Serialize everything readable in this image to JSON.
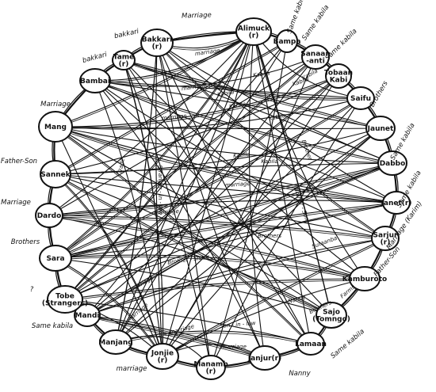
{
  "colors": {
    "ink": "#111111",
    "paper": "#ffffff"
  },
  "nodes": [
    {
      "id": "alimuck",
      "lines": [
        "Alimuck",
        "(r)"
      ]
    },
    {
      "id": "bampa",
      "lines": [
        "Bampa"
      ]
    },
    {
      "id": "sanaan",
      "lines": [
        "Sanaan",
        "-anti"
      ]
    },
    {
      "id": "tobaan",
      "lines": [
        "Tobaan",
        "Kabi"
      ]
    },
    {
      "id": "saifu",
      "lines": [
        "Saifu"
      ]
    },
    {
      "id": "jaunet",
      "lines": [
        "Jaunet"
      ]
    },
    {
      "id": "dabbo",
      "lines": [
        "Dabbo"
      ]
    },
    {
      "id": "janet",
      "lines": [
        "Janet(r)"
      ]
    },
    {
      "id": "sarjur",
      "lines": [
        "Sarjur",
        "(r)"
      ]
    },
    {
      "id": "kamburoto",
      "lines": [
        "Kamburoto"
      ]
    },
    {
      "id": "sajo",
      "lines": [
        "Sajo",
        "(Tomngo)"
      ]
    },
    {
      "id": "lamaan",
      "lines": [
        "Lamaan"
      ]
    },
    {
      "id": "janjur",
      "lines": [
        "Janjur(r)"
      ]
    },
    {
      "id": "manamb",
      "lines": [
        "Manamb",
        "(r)"
      ]
    },
    {
      "id": "jonjie",
      "lines": [
        "Jonjie",
        "(r)"
      ]
    },
    {
      "id": "manjang",
      "lines": [
        "Manjang"
      ]
    },
    {
      "id": "mandi",
      "lines": [
        "Mandi"
      ]
    },
    {
      "id": "tobe",
      "lines": [
        "Tobe",
        "(Strangers)"
      ]
    },
    {
      "id": "sara",
      "lines": [
        "Sara"
      ]
    },
    {
      "id": "dardo",
      "lines": [
        "Dardo"
      ]
    },
    {
      "id": "sannek",
      "lines": [
        "Sannek"
      ]
    },
    {
      "id": "mang",
      "lines": [
        "Mang"
      ]
    },
    {
      "id": "bambai",
      "lines": [
        "Bambai"
      ]
    },
    {
      "id": "tame",
      "lines": [
        "Tame",
        "(r)"
      ]
    },
    {
      "id": "bakkari",
      "lines": [
        "Bakkari",
        "(r)"
      ]
    }
  ],
  "outer_labels": [
    {
      "id": "top-marriage",
      "text": "Marriage"
    },
    {
      "id": "top-bakkari",
      "text": "bakkari"
    },
    {
      "id": "top-bakkari-2",
      "text": "bakkari"
    },
    {
      "id": "same-kabila-1",
      "text": "Same kabila"
    },
    {
      "id": "same-kabila-2",
      "text": "Same kabila"
    },
    {
      "id": "same-kabila-3",
      "text": "Same kabila"
    },
    {
      "id": "brothers-right",
      "text": "Brothers"
    },
    {
      "id": "same-kabila-4",
      "text": "Same kabila"
    },
    {
      "id": "same-kabila-5",
      "text": "Same kabila"
    },
    {
      "id": "marriage-right",
      "text": "Marriage (Karim)"
    },
    {
      "id": "father-son-right",
      "text": "Father-Son"
    },
    {
      "id": "same-kabila-6",
      "text": "Same kabila"
    },
    {
      "id": "nanny-bottom",
      "text": "Nanny"
    },
    {
      "id": "marriage-bottom",
      "text": "marriage"
    },
    {
      "id": "same-kabila-7",
      "text": "Same kabila"
    },
    {
      "id": "question-left",
      "text": "?"
    },
    {
      "id": "brothers-left",
      "text": "Brothers"
    },
    {
      "id": "marriage-left",
      "text": "Marriage"
    },
    {
      "id": "father-son-left",
      "text": "Father-Son"
    },
    {
      "id": "marriage-left-2",
      "text": "Marriage"
    }
  ],
  "edge_labels": [
    {
      "id": "el-1",
      "text": "marriage"
    },
    {
      "id": "el-2",
      "text": "marriage"
    },
    {
      "id": "el-3",
      "text": "marriage"
    },
    {
      "id": "el-4",
      "text": "marriage"
    },
    {
      "id": "el-5",
      "text": "marriage"
    },
    {
      "id": "el-6",
      "text": "marriage"
    },
    {
      "id": "el-7",
      "text": "marriage"
    },
    {
      "id": "el-8",
      "text": "marriage"
    },
    {
      "id": "el-9",
      "text": "marriage"
    },
    {
      "id": "el-10",
      "text": "Kabila"
    },
    {
      "id": "el-11",
      "text": "Kabila"
    },
    {
      "id": "el-12",
      "text": "Kabila"
    },
    {
      "id": "el-13",
      "text": "Kabila"
    },
    {
      "id": "el-14",
      "text": "Kabila"
    },
    {
      "id": "el-15",
      "text": "Kabila"
    },
    {
      "id": "el-16",
      "text": "Kabila"
    },
    {
      "id": "el-17",
      "text": "Kabila"
    },
    {
      "id": "el-18",
      "text": "Brothers"
    },
    {
      "id": "el-19",
      "text": "Brother - Sister"
    },
    {
      "id": "el-20",
      "text": "Son - in - law"
    },
    {
      "id": "el-21",
      "text": "Sutaanba"
    },
    {
      "id": "el-22",
      "text": "Nanny"
    },
    {
      "id": "el-23",
      "text": "Brothers"
    },
    {
      "id": "el-24",
      "text": "Farms"
    },
    {
      "id": "el-25",
      "text": "Brother"
    },
    {
      "id": "el-26",
      "text": "Mother - Son"
    },
    {
      "id": "el-27",
      "text": "Stranger - in - law"
    },
    {
      "id": "el-28",
      "text": "Trade"
    }
  ]
}
